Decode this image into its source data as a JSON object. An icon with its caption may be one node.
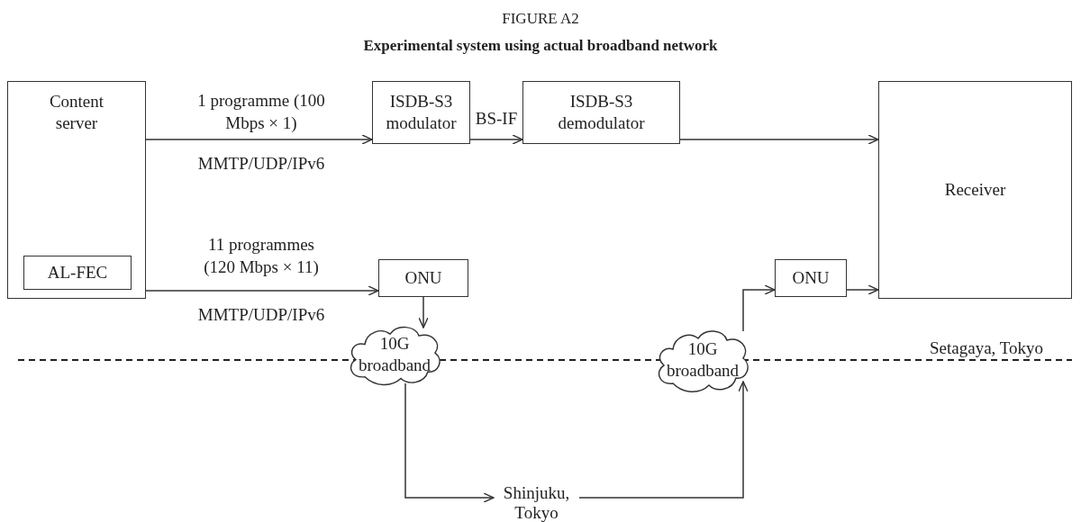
{
  "diagram": {
    "title": "Experimental system using actual broadband network",
    "nodes": [
      {
        "text": [
          "Content server"
        ]
      },
      {
        "text": [
          "AL-FEC"
        ],
        "in": 0
      },
      {
        "text": [
          "ISDB-S3 modulator"
        ]
      },
      {
        "text": [
          "ISDB-S3 demodulator"
        ]
      },
      {
        "text": [
          "Receiver"
        ]
      },
      {
        "text": [
          "ONU"
        ]
      },
      {
        "text": [
          "ONU"
        ]
      },
      {
        "text": [
          "10G broadband"
        ]
      },
      {
        "text": [
          "10G broadband"
        ]
      },
      {
        "text": [
          "Shinjuku, Tokyo"
        ]
      }
    ],
    "edges": [
      {
        "from": 0,
        "to": 2,
        "arrow": "to",
        "label": "1 programme (100 Mbps × 1)"
      },
      {
        "from": 2,
        "to": 3,
        "arrow": "to",
        "label": "BS-IF"
      },
      {
        "from": 3,
        "to": 4,
        "arrow": "to"
      },
      {
        "from": 0,
        "to": 5,
        "arrow": "to",
        "label": "11 programmes (120 Mbps × 11)"
      },
      {
        "from": 5,
        "to": 7,
        "arrow": "to"
      },
      {
        "from": 7,
        "to": 9,
        "arrow": "to"
      },
      {
        "from": 9,
        "to": 8,
        "arrow": "to"
      },
      {
        "from": 8,
        "to": 6,
        "arrow": "to"
      },
      {
        "from": 6,
        "to": 4,
        "arrow": "to"
      }
    ],
    "labels": [
      "FIGURE A2",
      "MMTP/UDP/IPv6",
      "MMTP/UDP/IPv6",
      "Setagaya, Tokyo"
    ]
  }
}
